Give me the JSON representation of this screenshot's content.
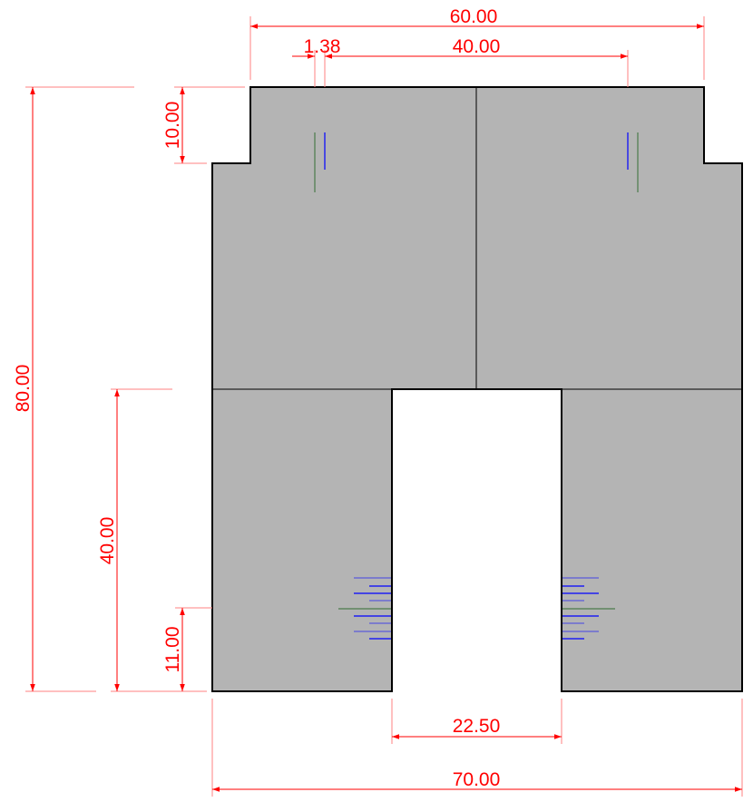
{
  "drawing": {
    "dimensions": {
      "top_width": "60.00",
      "slot_offset": "1.38",
      "slot_spacing": "40.00",
      "step_height": "10.00",
      "total_height": "80.00",
      "notch_height": "40.00",
      "mark_height": "11.00",
      "notch_width": "22.50",
      "total_width": "70.00"
    },
    "colors": {
      "dimension": "#ff0000",
      "part_fill": "#b4b4b4",
      "outline": "#000000",
      "mark_blue": "#0000ff",
      "mark_green": "#4a7a4a"
    }
  }
}
